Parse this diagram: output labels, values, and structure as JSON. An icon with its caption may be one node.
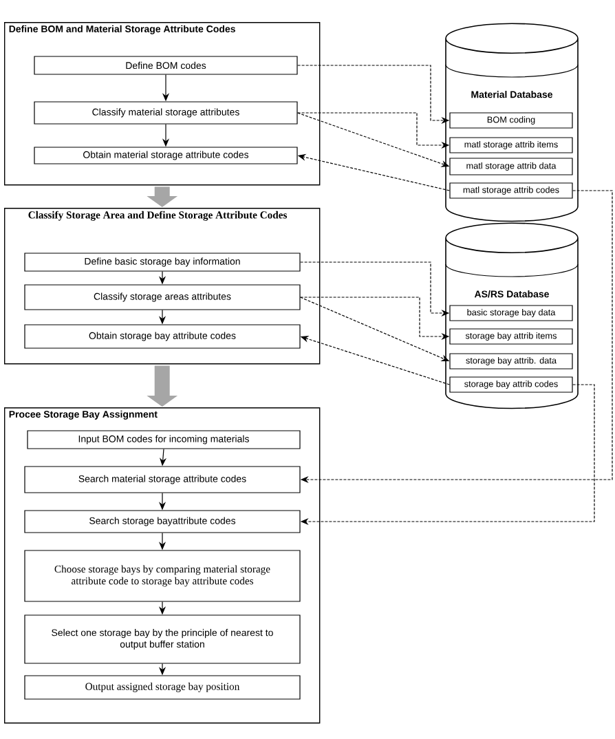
{
  "diagram": {
    "nodes": [
      {
        "text": [
          "Define BOM and Material Storage Attribute Codes"
        ]
      },
      {
        "text": [
          "Define BOM codes"
        ],
        "in": 0
      },
      {
        "text": [
          "Classify material storage attributes"
        ],
        "in": 0
      },
      {
        "text": [
          "Obtain material storage attribute codes"
        ],
        "in": 0
      },
      {
        "text": [
          "Material Database"
        ]
      },
      {
        "text": [
          "BOM coding"
        ],
        "in": 4
      },
      {
        "text": [
          "matl storage attrib items"
        ],
        "in": 4
      },
      {
        "text": [
          "matl storage attrib data"
        ],
        "in": 4
      },
      {
        "text": [
          "matl storage attrib codes"
        ],
        "in": 4
      },
      {
        "text": [
          "Classify Storage Area and Define Storage Attribute Codes"
        ]
      },
      {
        "text": [
          "Define basic storage bay information"
        ],
        "in": 9
      },
      {
        "text": [
          "Classify storage areas attributes"
        ],
        "in": 9
      },
      {
        "text": [
          "Obtain storage bay attribute codes"
        ],
        "in": 9
      },
      {
        "text": [
          "AS/RS Database"
        ]
      },
      {
        "text": [
          "basic storage bay data"
        ],
        "in": 13
      },
      {
        "text": [
          "storage bay attrib  items"
        ],
        "in": 13
      },
      {
        "text": [
          "storage bay attrib. data"
        ],
        "in": 13
      },
      {
        "text": [
          "storage bay attrib codes"
        ],
        "in": 13
      },
      {
        "text": [
          "Procee Storage Bay Assignment"
        ]
      },
      {
        "text": [
          "Input BOM codes for incoming materials"
        ],
        "in": 18
      },
      {
        "text": [
          "Search material storage attribute codes"
        ],
        "in": 18
      },
      {
        "text": [
          "Search storage bayattribute codes"
        ],
        "in": 18
      },
      {
        "text": [
          "Choose storage bays by comparing material storage attribute code to storage bay attribute codes"
        ],
        "in": 18
      },
      {
        "text": [
          "Select one storage bay by the principle of nearest to output buffer station"
        ],
        "in": 18
      },
      {
        "text": [
          "Output assigned storage bay position"
        ],
        "in": 18
      }
    ],
    "edges": [
      {
        "from": 1,
        "to": 2,
        "arrow": "to"
      },
      {
        "from": 2,
        "to": 3,
        "arrow": "to"
      },
      {
        "from": 0,
        "to": 9,
        "arrow": "to",
        "style": "thick",
        "color": "#a6a6a6"
      },
      {
        "from": 10,
        "to": 11,
        "arrow": "to"
      },
      {
        "from": 11,
        "to": 12,
        "arrow": "to"
      },
      {
        "from": 9,
        "to": 18,
        "arrow": "to",
        "style": "thick",
        "color": "#a6a6a6"
      },
      {
        "from": 19,
        "to": 20,
        "arrow": "to"
      },
      {
        "from": 20,
        "to": 21,
        "arrow": "to"
      },
      {
        "from": 21,
        "to": 22,
        "arrow": "to"
      },
      {
        "from": 22,
        "to": 23,
        "arrow": "to"
      },
      {
        "from": 23,
        "to": 24,
        "arrow": "to"
      },
      {
        "from": 1,
        "to": 5,
        "arrow": "to",
        "style": "dashed"
      },
      {
        "from": 2,
        "to": 6,
        "arrow": "to",
        "style": "dashed"
      },
      {
        "from": 2,
        "to": 7,
        "arrow": "to",
        "style": "dashed"
      },
      {
        "from": 8,
        "to": 3,
        "arrow": "to",
        "style": "dashed"
      },
      {
        "from": 8,
        "to": 20,
        "arrow": "to",
        "style": "dashed"
      },
      {
        "from": 10,
        "to": 14,
        "arrow": "to",
        "style": "dashed"
      },
      {
        "from": 11,
        "to": 15,
        "arrow": "to",
        "style": "dashed"
      },
      {
        "from": 11,
        "to": 16,
        "arrow": "to",
        "style": "dashed"
      },
      {
        "from": 17,
        "to": 12,
        "arrow": "to",
        "style": "dashed"
      },
      {
        "from": 17,
        "to": 21,
        "arrow": "to",
        "style": "dashed"
      }
    ]
  }
}
